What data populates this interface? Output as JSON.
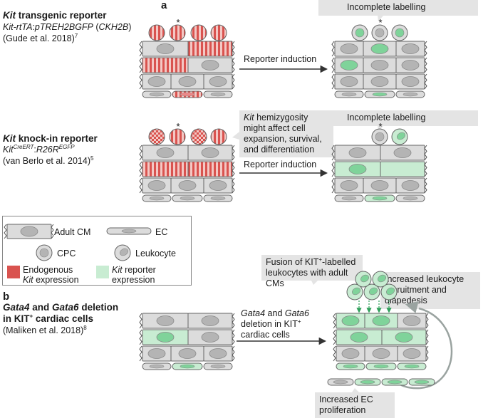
{
  "panel_a": {
    "letter": "a",
    "transgenic": {
      "title_italic": "Kit",
      "title_rest": " transgenic reporter",
      "line2_a": "Kit-rtTA",
      "line2_b": ":",
      "line2_c": "pTREH2BGFP",
      "line2_d": " (",
      "line2_e": "CKH2B",
      "line2_f": ")",
      "citation": "(Gude et al. 2018)",
      "ref": "7",
      "arrow_label": "Reporter induction",
      "callout": "Incomplete labelling",
      "star": "*"
    },
    "knockin": {
      "title_italic": "Kit",
      "title_rest": " knock-in reporter",
      "line2_a": "Kit",
      "line2_sup1": "CreERT",
      "line2_b": ":",
      "line2_c": "R26R",
      "line2_sup2": "EGFP",
      "citation": "(van Berlo et al. 2014)",
      "ref": "5",
      "arrow_label": "Reporter induction",
      "callout_left_italic": "Kit",
      "callout_left_rest_1": " hemizygosity",
      "callout_left_2": "might affect cell",
      "callout_left_3": "expansion, survival,",
      "callout_left_4": "and differentiation",
      "callout_right": "Incomplete labelling",
      "star": "*"
    }
  },
  "legend": {
    "adult_cm": "Adult CM",
    "ec": "EC",
    "cpc": "CPC",
    "leukocyte": "Leukocyte",
    "endogenous_1": "Endogenous",
    "endogenous_2_italic": "Kit",
    "endogenous_2_rest": " expression",
    "reporter_1_italic": "Kit",
    "reporter_1_rest": " reporter",
    "reporter_2": "expression"
  },
  "panel_b": {
    "letter": "b",
    "title_1_a": "Gata4",
    "title_1_b": " and ",
    "title_1_c": "Gata6",
    "title_1_d": " deletion",
    "title_2_a": "in KIT",
    "title_2_sup": "+",
    "title_2_b": " cardiac cells",
    "citation": "(Maliken et al. 2018)",
    "ref": "8",
    "arrow_1_a": "Gata4",
    "arrow_1_b": " and ",
    "arrow_1_c": "Gata6",
    "arrow_2": "deletion in KIT",
    "arrow_2_sup": "+",
    "arrow_3": "cardiac cells",
    "callout_fusion_1a": "Fusion of KIT",
    "callout_fusion_1sup": "+",
    "callout_fusion_1b": "-labelled",
    "callout_fusion_2": "leukocytes with adult CMs",
    "callout_recruit_1": "Increased leukocyte",
    "callout_recruit_2": "recruitment and",
    "callout_recruit_3": "diapedesis",
    "callout_ec_1": "Increased EC",
    "callout_ec_2": "proliferation"
  },
  "colors": {
    "cm_fill": "#dcdcdc",
    "nucleus": "#b4b4b4",
    "kit_red": "#d9534f",
    "kit_pink": "#f3c8c4",
    "reporter_green": "#c8ecd2",
    "reporter_nucleus": "#7fd39a",
    "callout_grey": "#e4e4e4"
  }
}
